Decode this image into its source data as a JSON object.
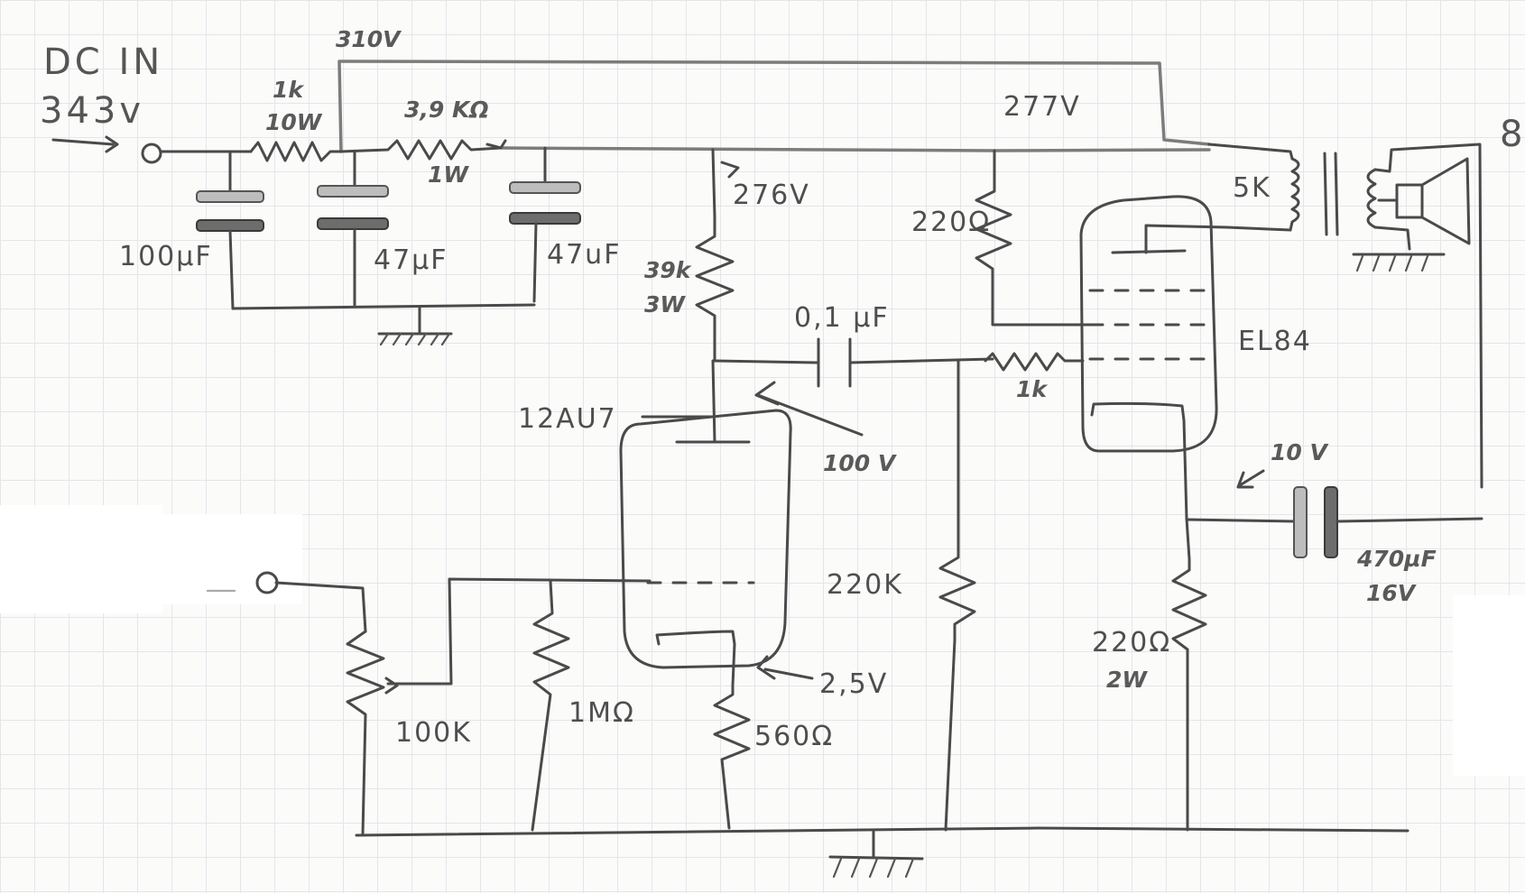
{
  "input": {
    "title": "DC IN",
    "voltage": "343v"
  },
  "rails": {
    "top_rail": "310V",
    "plate_rail": "277V",
    "stage1_supply": "276V"
  },
  "components": {
    "r_in": {
      "value": "1k",
      "power": "10W"
    },
    "r_filter": {
      "value": "3,9 KΩ",
      "power": "1W"
    },
    "c_in": "100µF",
    "c_f1": "47µF",
    "c_f2": "47uF",
    "r_plate1": {
      "value": "39k",
      "power": "3W"
    },
    "c_coupling": "0,1 µF",
    "r_grid_stop": "1k",
    "r_screen": "220Ω",
    "transformer_primary": "5K",
    "speaker_imp": "8",
    "r_grid_leak": "220K",
    "pot": "100K",
    "r_grid1": "1MΩ",
    "r_cath1": "560Ω",
    "r_cath2": {
      "value": "220Ω",
      "power": "2W"
    },
    "c_cath2": {
      "value": "470µF",
      "rating": "16V"
    }
  },
  "tubes": {
    "v1": "12AU7",
    "v2": "EL84"
  },
  "measurements": {
    "v1_plate": "100 V",
    "v1_cathode": "2,5V",
    "v2_cathode": "10 V"
  }
}
